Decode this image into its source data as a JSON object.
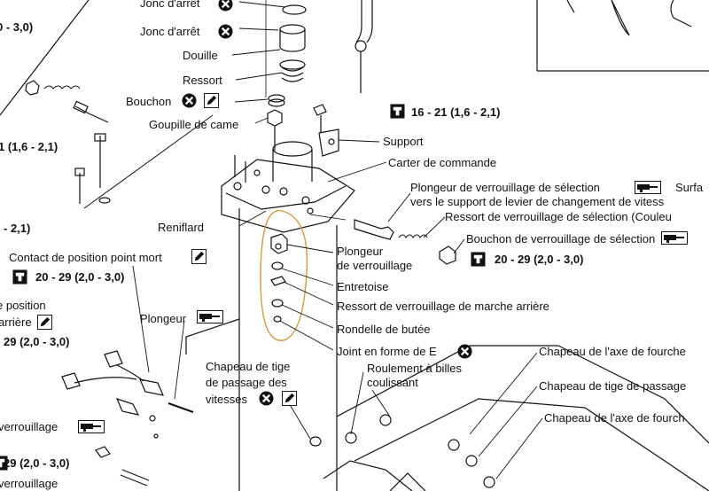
{
  "labels": {
    "jonc_arret_1": "Jonc d'arrêt",
    "jonc_arret_2": "Jonc d'arrêt",
    "douille": "Douille",
    "ressort": "Ressort",
    "bouchon": "Bouchon",
    "goupille_came": "Goupille de came",
    "support": "Support",
    "carter_commande": "Carter de commande",
    "reniflard": "Reniflard",
    "plongeur_verr_l1": "Plongeur",
    "plongeur_verr_l2": "de verrouillage",
    "entretoise": "Entretoise",
    "ressort_marche_arriere": "Ressort de verrouillage de marche arrière",
    "rondelle_butee": "Rondelle de butée",
    "joint_e": "Joint en forme de E",
    "plongeur_selection": "Plongeur de verrouillage de sélection",
    "surface_cut": "Surfa",
    "vers_support": "vers le support de levier de changement de vitess",
    "ressort_selection": "Ressort de verrouillage de sélection (Couleu",
    "bouchon_selection": "Bouchon de verrouillage de sélection",
    "contact_point_mort": "Contact de position point mort",
    "position_cut_1": "e position",
    "position_cut_2": "arrière",
    "plongeur": "Plongeur",
    "chapeau_tige_l1": "Chapeau de tige",
    "chapeau_tige_l2": "de passage des",
    "chapeau_tige_l3": "vitesses",
    "roulement_l1": "Roulement à billes",
    "roulement_l2": "coulissant",
    "chapeau_axe_1": "Chapeau de l'axe de fourche",
    "chapeau_tige_passage": "Chapeau de tige de passage",
    "chapeau_axe_2": "Chapeau de l'axe de fourch",
    "verrouillage_cut_1": "verrouillage",
    "verrouillage_cut_2": "verrouillage"
  },
  "torques": {
    "t_top_left": "0 - 3,0)",
    "t_16_21": "16 - 21 (1,6 - 2,1)",
    "t_left_1": "1 (1,6 - 2,1)",
    "t_left_2": "- 2,1)",
    "t_20_29_right": "20 - 29 (2,0 - 3,0)",
    "t_20_29_left": "20 - 29 (2,0 - 3,0)",
    "t_29_left": "29 (2,0 - 3,0)",
    "t_29_bottom": "29 (2,0 - 3,0)"
  },
  "icons": {
    "replace_icon": "x-circle-icon",
    "sealant_icon": "sealant-pencil-icon",
    "torque_icon": "torque-wrench-icon",
    "grease_icon": "grease-gun-icon"
  },
  "colors": {
    "ink": "#111111",
    "highlight": "#d9963f"
  }
}
